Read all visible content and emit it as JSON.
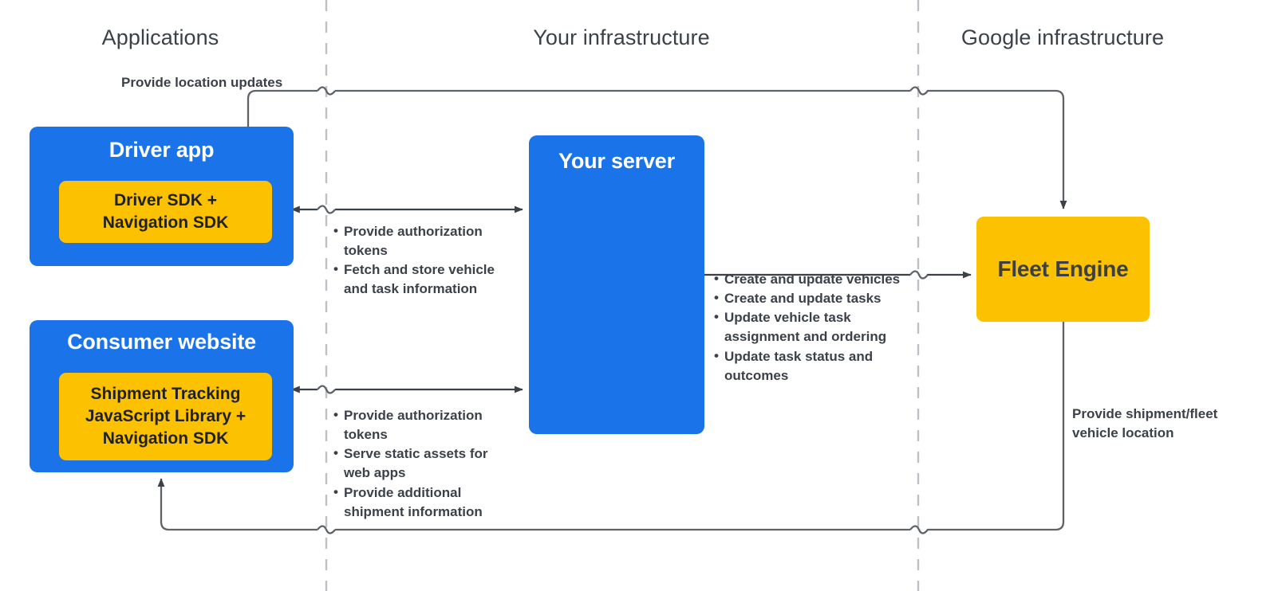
{
  "zones": [
    {
      "label": "Applications"
    },
    {
      "label": "Your infrastructure"
    },
    {
      "label": "Google infrastructure"
    }
  ],
  "nodes": {
    "driver_app": {
      "title": "Driver app",
      "chip": "Driver SDK +\nNavigation SDK"
    },
    "consumer_website": {
      "title": "Consumer website",
      "chip": "Shipment Tracking\nJavaScript Library  +\nNavigation SDK"
    },
    "your_server": {
      "title": "Your server"
    },
    "fleet_engine": {
      "title": "Fleet Engine"
    }
  },
  "annotations": {
    "location_updates": "Provide location updates",
    "driver_server": [
      "Provide authorization tokens",
      "Fetch and store vehicle and task information"
    ],
    "consumer_server": [
      "Provide authorization tokens",
      "Serve static assets for web apps",
      "Provide additional shipment information"
    ],
    "server_fleet": [
      "Create and update vehicles",
      "Create and update tasks",
      "Update vehicle task assignment and ordering",
      "Update task status and outcomes"
    ],
    "fleet_consumer": "Provide shipment/fleet vehicle location"
  },
  "colors": {
    "blue": "#1a73e8",
    "yellow": "#fcc100",
    "text_dark": "#3c4149",
    "text_white": "#ffffff",
    "line": "#5f6368",
    "divider": "#bdc1c6"
  }
}
